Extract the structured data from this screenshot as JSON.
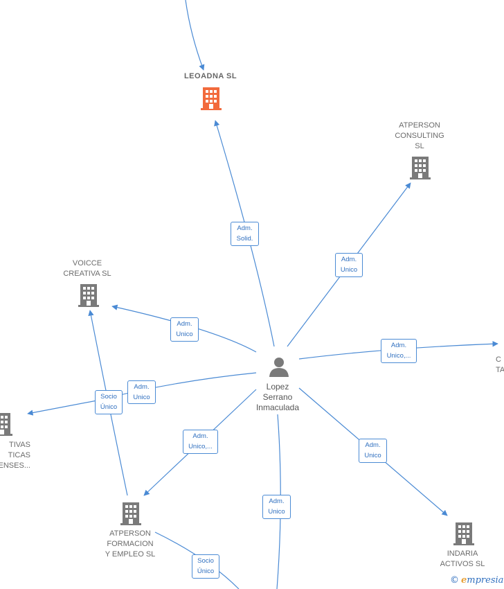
{
  "colors": {
    "edge": "#4a8ad4",
    "building": "#7a7a7a",
    "highlight": "#f26a3c",
    "person": "#7a7a7a"
  },
  "person": {
    "name": "Lopez\nSerrano\nInmaculada",
    "icon": "person-icon"
  },
  "companies": {
    "leoadna": {
      "name": "LEOADNA SL",
      "icon": "building-icon"
    },
    "atperson_consulting": {
      "name": "ATPERSON\nCONSULTING\nSL",
      "icon": "building-icon"
    },
    "voicce": {
      "name": "VOICCE\nCREATIVA SL",
      "icon": "building-icon"
    },
    "left_partial": {
      "name": "TIVAS\nTICAS\nENSES...",
      "icon": "building-icon"
    },
    "right_partial": {
      "name": "C\nTA",
      "icon": "building-icon"
    },
    "atperson_formacion": {
      "name": "ATPERSON\nFORMACION\nY EMPLEO SL",
      "icon": "building-icon"
    },
    "indaria": {
      "name": "INDARIA\nACTIVOS SL",
      "icon": "building-icon"
    }
  },
  "edge_labels": {
    "leoadna": "Adm.\nSolid.",
    "consulting": "Adm.\nUnico",
    "voicce": "Adm.\nUnico",
    "left_person": "Adm.\nUnico",
    "left_socio": "Socio\nÚnico",
    "right": "Adm.\nUnico,...",
    "formacion": "Adm.\nUnico,...",
    "bottom": "Adm.\nUnico",
    "indaria": "Adm.\nUnico",
    "formacion_bottom": "Socio\nÚnico"
  },
  "brand": {
    "copyright": "©",
    "initial": "e",
    "name": "mpresia"
  }
}
